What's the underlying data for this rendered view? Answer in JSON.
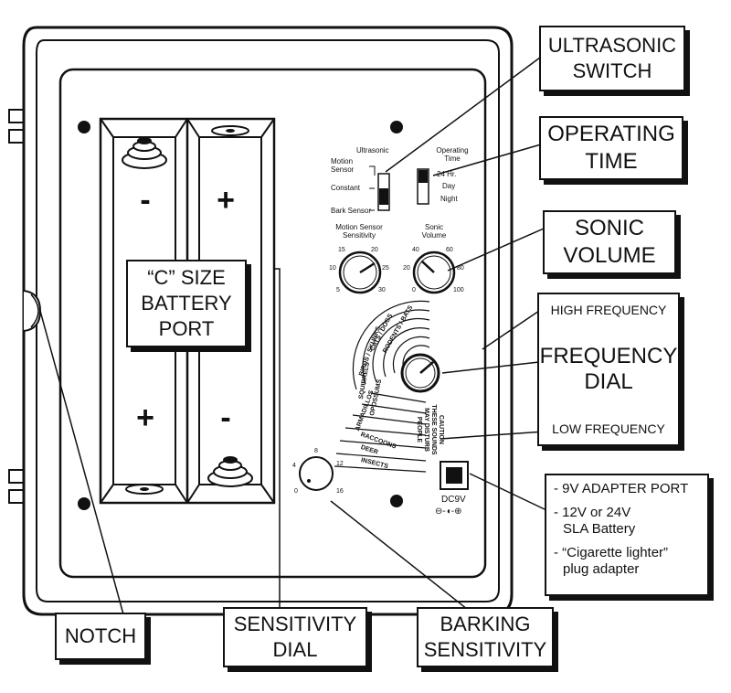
{
  "callouts": {
    "ultrasonic_switch": [
      "ULTRASONIC",
      "SWITCH"
    ],
    "operating_time": [
      "OPERATING",
      "TIME"
    ],
    "sonic_volume": [
      "SONIC",
      "VOLUME"
    ],
    "frequency_dial": [
      "FREQUENCY",
      "DIAL"
    ],
    "high_frequency": "HIGH FREQUENCY",
    "low_frequency": "LOW FREQUENCY",
    "battery_port": [
      "“C” SIZE",
      "BATTERY",
      "PORT"
    ],
    "notch": "NOTCH",
    "sensitivity_dial": [
      "SENSITIVITY",
      "DIAL"
    ],
    "barking_sensitivity": [
      "BARKING",
      "SENSITIVITY"
    ],
    "power_options": [
      "- 9V ADAPTER PORT",
      "- 12V or 24V",
      "SLA Battery",
      "- “Cigarette lighter”",
      "plug adapter"
    ]
  },
  "battery": {
    "top_left": "-",
    "top_right": "+",
    "bottom_left": "+",
    "bottom_right": "-"
  },
  "panel": {
    "mode_switch": {
      "ultrasonic": "Ultrasonic",
      "motion_sensor": [
        "Motion",
        "Sensor"
      ],
      "constant": "Constant",
      "bark_sensor": "Bark Sensor"
    },
    "time_switch": {
      "title": [
        "Operating",
        "Time"
      ],
      "options": [
        "24 Hr.",
        "Day",
        "Night"
      ]
    },
    "motion_knob": {
      "title": [
        "Motion Sensor",
        "Sensitivity"
      ],
      "scale": [
        "5",
        "10",
        "15",
        "20",
        "25",
        "30"
      ]
    },
    "volume_knob": {
      "title": [
        "Sonic",
        "Volume"
      ],
      "scale": [
        "0",
        "20",
        "40",
        "60",
        "80",
        "100"
      ]
    },
    "frequency_bands": [
      "RODENTS / BATS",
      "CATS / DOGS",
      "BIRDS / SKUNKS",
      "SQUIRRELS",
      "OPOSSUMS",
      "ARMADILLOS",
      "RACCOONS",
      "DEER",
      "INSECTS"
    ],
    "caution": [
      "CAUTION",
      "THESE SOUNDS",
      "MAY DISTURB",
      "PEOPLE"
    ],
    "bark_knob_scale": [
      "0",
      "4",
      "8",
      "12",
      "16"
    ],
    "dc_port": {
      "label": "DC9V",
      "polarity": "⊖-◖-⊕"
    }
  }
}
